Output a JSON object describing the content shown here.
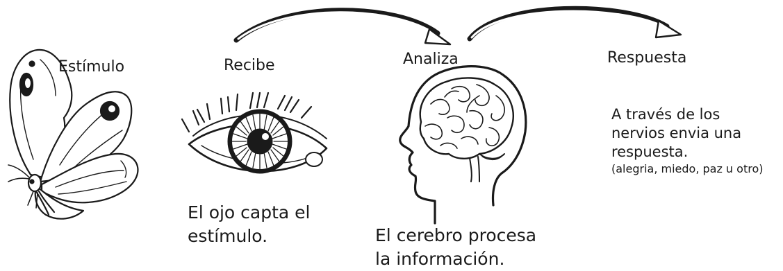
{
  "stages": {
    "stimulus": {
      "label": "Estímulo",
      "icon": "butterfly-icon"
    },
    "receive": {
      "label": "Recibe",
      "icon": "eye-icon",
      "caption": [
        "El ojo capta el",
        "estímulo."
      ]
    },
    "analyze": {
      "label": "Analiza",
      "icon": "brain-head-icon",
      "caption": [
        "El cerebro procesa",
        "la información."
      ]
    },
    "response": {
      "label": "Respuesta",
      "text": [
        "A través de los",
        "nervios envia una",
        "respuesta."
      ],
      "note": "(alegria, miedo, paz u otro)"
    }
  },
  "arrows": [
    {
      "from": "receive",
      "to": "analyze",
      "icon": "curved-arrow-icon"
    },
    {
      "from": "analyze",
      "to": "response",
      "icon": "curved-arrow-icon"
    }
  ],
  "colors": {
    "ink": "#1a1a1a",
    "background": "#ffffff"
  }
}
